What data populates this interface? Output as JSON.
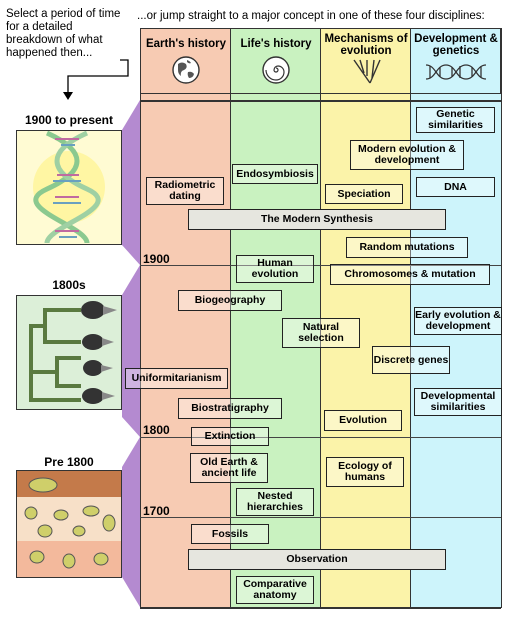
{
  "intro_left": "Select a period of time for a detailed breakdown of what happened then...",
  "intro_top": "...or jump straight to a major concept in one of these four disciplines:",
  "columns": [
    {
      "label": "Earth's history",
      "icon": "globe-icon"
    },
    {
      "label": "Life's history",
      "icon": "ammonite-icon"
    },
    {
      "label": "Mechanisms of evolution",
      "icon": "branching-tree-icon"
    },
    {
      "label": "Development & genetics",
      "icon": "dna-icon"
    }
  ],
  "periods": [
    {
      "label": "1900 to present",
      "image": "dna-double-helix"
    },
    {
      "label": "1800s",
      "image": "finch-phylogeny"
    },
    {
      "label": "Pre 1800",
      "image": "fossils-in-strata"
    }
  ],
  "years": {
    "y1900": "1900",
    "y1800": "1800",
    "y1700": "1700"
  },
  "concepts": {
    "genetic_similarities": "Genetic similarities",
    "modern_evo_dev": "Modern evolution & development",
    "radiometric_dating": "Radiometric dating",
    "endosymbiosis": "Endosymbiosis",
    "speciation": "Speciation",
    "dna": "DNA",
    "modern_synthesis": "The Modern Synthesis",
    "random_mutations": "Random mutations",
    "human_evolution": "Human evolution",
    "chromosomes_mutation": "Chromosomes & mutation",
    "biogeography": "Biogeography",
    "natural_selection": "Natural selection",
    "early_evo_dev": "Early evolution & development",
    "discrete_genes": "Discrete genes",
    "uniformitarianism": "Uniformitarianism",
    "developmental_similarities": "Developmental similarities",
    "biostratigraphy": "Biostratigraphy",
    "evolution": "Evolution",
    "extinction": "Extinction",
    "old_earth": "Old Earth & ancient life",
    "ecology_humans": "Ecology of humans",
    "nested_hierarchies": "Nested hierarchies",
    "fossils": "Fossils",
    "observation": "Observation",
    "comparative_anatomy": "Comparative anatomy"
  },
  "colors": {
    "earth": "#f7cbb3",
    "life": "#c9f2c0",
    "mechanisms": "#fbf3a9",
    "genetics": "#cdf4fb",
    "period_bar": "#b48ad0"
  }
}
